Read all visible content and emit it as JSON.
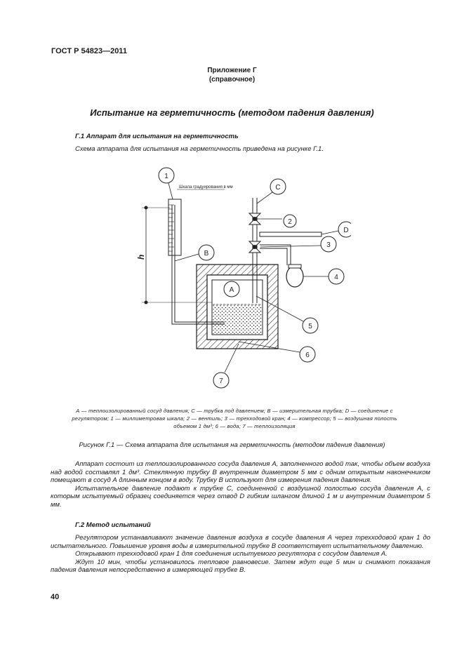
{
  "header": {
    "doc_id": "ГОСТ Р 54823—2011"
  },
  "appendix": {
    "title": "Приложение Г",
    "subtitle": "(справочное)"
  },
  "main_title": "Испытание на герметичность (методом падения давления)",
  "section1": {
    "title": "Г.1 Аппарат для испытания на герметичность",
    "intro": "Схема аппарата для испытания на герметичность приведена на рисунке Г.1."
  },
  "figure": {
    "scale_label": "Шкала градуирования в мм",
    "label_h": "h",
    "callouts": {
      "n1": "1",
      "n2": "2",
      "n3": "3",
      "n4": "4",
      "n5": "5",
      "n6": "6",
      "n7": "7",
      "A": "A",
      "B": "B",
      "C": "C",
      "D": "D"
    },
    "legend_line1": "А — теплоизолированный сосуд давления; С — трубка под давлением; В — измерительная трубка; D — соединение с",
    "legend_line2": "регулятором; 1 — миллиметровая шкала; 2 — вентиль; 3 — трехходовой кран; 4 — компрессор; 5 — воздушная полость",
    "legend_line3": "объемом 1 дм³; 6 — вода; 7 — теплоизоляция",
    "title": "Рисунок Г.1 — Схема аппарата для испытания на герметичность (методом падения давления)"
  },
  "body1": {
    "p1": "Аппарат состоит из теплоизолированного сосуда давления А, заполненного водой так, чтобы объем воздуха над водой составлял 1 дм³. Стеклянную трубку В внутренним диаметром 5 мм с одним открытым наконечником помещают в сосуд А длинным концом в воду. Трубку В используют для измерения падения давления.",
    "p2": "Испытательное давление подают к трубке С, соединенной с воздушной полостью сосуда давления А, с которым испытуемый образец соединяется через отвод D гибким шлангом длиной 1 м и внутренним диаметром 5 мм."
  },
  "section2": {
    "title": "Г.2 Метод испытаний"
  },
  "body2": {
    "p1": "Регулятором устанавливают значение давления воздуха в сосуде давления А через трехходовой кран 1 до испытательного. Повышение уровня воды в измерительной трубке В соответствует испытательному давлению.",
    "p2": "Открывают трехходовой кран 1 для соединения испытуемого регулятора с сосудом давления А.",
    "p3": "Ждут 10 мин, чтобы установилось тепловое равновесие. Затем ждут еще 5 мин и снимают показания падения давления непосредственно в измеряющей трубке В."
  },
  "page_number": "40"
}
